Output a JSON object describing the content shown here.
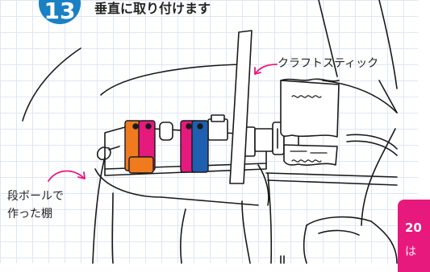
{
  "step": {
    "number": "13",
    "title": "垂直に取り付けます"
  },
  "labels": {
    "craft_stick": "クラフトスティック",
    "shelf_line1": "段ボールで",
    "shelf_line2": "作った棚"
  },
  "page_tab": {
    "number": "20",
    "text": "は"
  },
  "colors": {
    "badge_blue": "#1a80c4",
    "tab_magenta": "#e8197d",
    "block_orange": "#f07b1f",
    "block_pink": "#e6197f",
    "block_blue": "#1f5fb0",
    "arrow_pink": "#e8197d",
    "grid_line": "#dfe6f2"
  }
}
